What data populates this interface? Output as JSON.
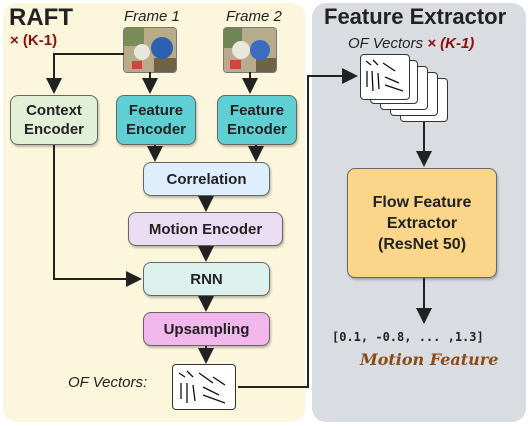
{
  "raft": {
    "title": "RAFT",
    "multiplier": "× (K-1)",
    "frame1_label": "Frame 1",
    "frame2_label": "Frame 2",
    "context_encoder": "Context Encoder",
    "feature_encoder_1": "Feature Encoder",
    "feature_encoder_2": "Feature Encoder",
    "correlation": "Correlation",
    "motion_encoder": "Motion Encoder",
    "rnn": "RNN",
    "upsampling": "Upsampling",
    "of_vectors_label": "OF Vectors:"
  },
  "feature_extractor": {
    "title": "Feature Extractor",
    "subtitle_prefix": "OF Vectors ",
    "subtitle_multiplier": "× (K-1)",
    "flow_feature_extractor": "Flow Feature Extractor (ResNet 50)",
    "vector_output": "[0.1, -0.8, ... ,1.3]",
    "motion_feature": "Motion Feature"
  },
  "colors": {
    "raft_bg": "#fcf6dc",
    "extractor_bg": "#d9dde1",
    "accent_red": "#8b0d0d",
    "motion_feature_text": "#8a4a1a"
  }
}
